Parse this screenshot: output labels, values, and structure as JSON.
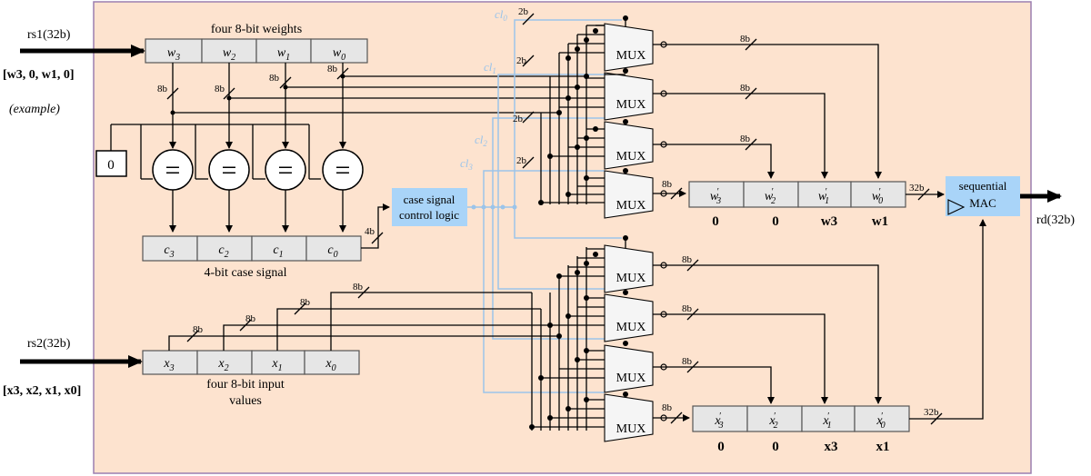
{
  "inputs": {
    "rs1": "rs1(32b)",
    "rs1_example": "[w3, 0, w1, 0]",
    "example_note": "(example)",
    "rs2": "rs2(32b)",
    "rs2_example": "[x3, x2, x1, x0]",
    "output": "rd(32b)"
  },
  "weights_register": {
    "title": "four 8-bit weights",
    "cells": [
      {
        "base": "w",
        "sub": "3"
      },
      {
        "base": "w",
        "sub": "2"
      },
      {
        "base": "w",
        "sub": "1"
      },
      {
        "base": "w",
        "sub": "0"
      }
    ]
  },
  "inputs_register": {
    "title_line1": "four 8-bit input",
    "title_line2": "values",
    "cells": [
      {
        "base": "x",
        "sub": "3"
      },
      {
        "base": "x",
        "sub": "2"
      },
      {
        "base": "x",
        "sub": "1"
      },
      {
        "base": "x",
        "sub": "0"
      }
    ]
  },
  "zero_constant": "0",
  "comparator_symbol": "=",
  "case_register": {
    "title": "4-bit case signal",
    "cells": [
      {
        "base": "c",
        "sub": "3"
      },
      {
        "base": "c",
        "sub": "2"
      },
      {
        "base": "c",
        "sub": "1"
      },
      {
        "base": "c",
        "sub": "0"
      }
    ]
  },
  "control_logic": {
    "line1": "case signal",
    "line2": "control logic"
  },
  "case_lines": [
    {
      "base": "cl",
      "sub": "0"
    },
    {
      "base": "cl",
      "sub": "1"
    },
    {
      "base": "cl",
      "sub": "2"
    },
    {
      "base": "cl",
      "sub": "3"
    }
  ],
  "mux_label": "MUX",
  "bus_labels": {
    "b8": "8b",
    "b4": "4b",
    "b2": "2b",
    "b32": "32b"
  },
  "w_prime_register": {
    "cells": [
      {
        "base": "w",
        "sub": "3"
      },
      {
        "base": "w",
        "sub": "2"
      },
      {
        "base": "w",
        "sub": "1"
      },
      {
        "base": "w",
        "sub": "0"
      }
    ],
    "values": [
      "0",
      "0",
      "w3",
      "w1"
    ]
  },
  "x_prime_register": {
    "cells": [
      {
        "base": "x",
        "sub": "3"
      },
      {
        "base": "x",
        "sub": "2"
      },
      {
        "base": "x",
        "sub": "1"
      },
      {
        "base": "x",
        "sub": "0"
      }
    ],
    "values": [
      "0",
      "0",
      "x3",
      "x1"
    ]
  },
  "mac": {
    "line1": "sequential",
    "line2": "MAC"
  },
  "colors": {
    "background": "#fde3cf",
    "frame": "#9b7fb0",
    "control_fill": "#a9d4f8",
    "control_line": "#9bc4ea",
    "register_fill": "#e6e6e6"
  }
}
